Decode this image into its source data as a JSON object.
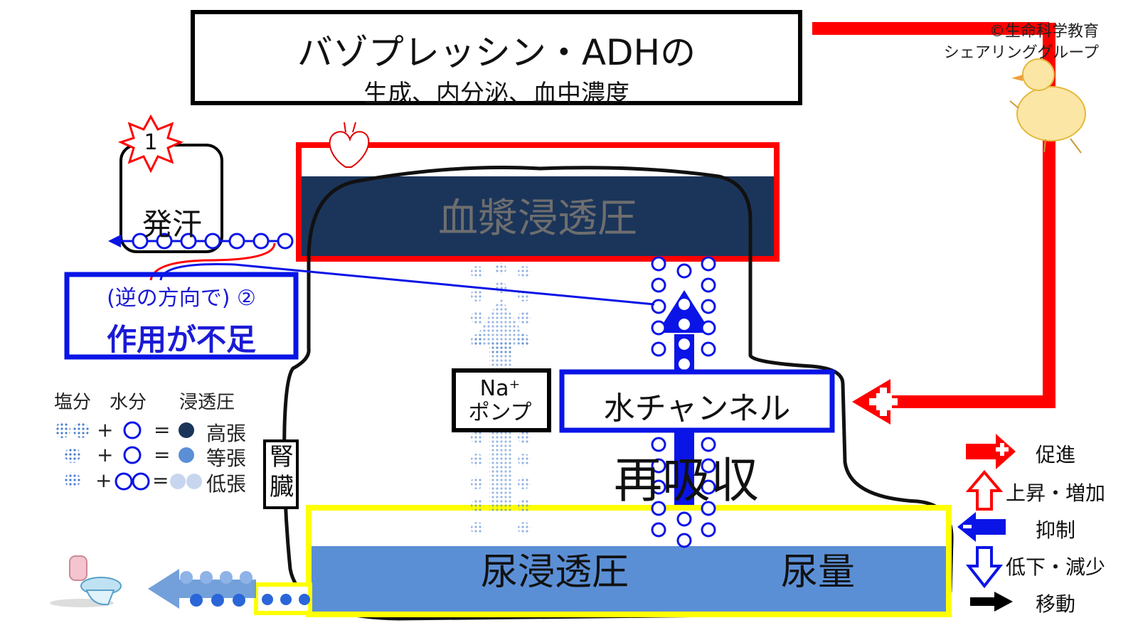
{
  "title": {
    "main": "バゾプレッシン・ADHの",
    "sub": "生成、内分泌、血中濃度"
  },
  "credit": {
    "line1": "©生命科学教育",
    "line2": "シェアリンググループ"
  },
  "plasma": {
    "label": "血漿浸透圧"
  },
  "sweat": {
    "label": "発汗",
    "badge": "1"
  },
  "warning": {
    "sub": "(逆の方向で) ②",
    "main": "作用が不足"
  },
  "na_pump": {
    "line1": "Na⁺",
    "line2": "ポンプ"
  },
  "water_channel": {
    "label": "水チャンネル"
  },
  "reabsorption": {
    "label": "再吸収"
  },
  "kidney": {
    "line1": "腎",
    "line2": "臓"
  },
  "urine": {
    "osmotic": "尿浸透圧",
    "volume": "尿量"
  },
  "legend": {
    "headers": [
      "塩分",
      "水分",
      "浸透圧"
    ],
    "rows": [
      {
        "plus": "+",
        "eq": "=",
        "label": "高張"
      },
      {
        "plus": "+",
        "eq": "=",
        "label": "等張"
      },
      {
        "plus": "+",
        "eq": "=",
        "label": "低張"
      }
    ]
  },
  "key": {
    "promote": "促進",
    "rise": "上昇・増加",
    "inhibit": "抑制",
    "fall": "低下・減少",
    "move": "移動"
  },
  "colors": {
    "red": "#ff0000",
    "blue": "#0a14e6",
    "navy": "#1b355a",
    "urine_blue": "#5b8fd5",
    "yellow": "#ffff00",
    "dot_blue": "#9bb6e0"
  }
}
